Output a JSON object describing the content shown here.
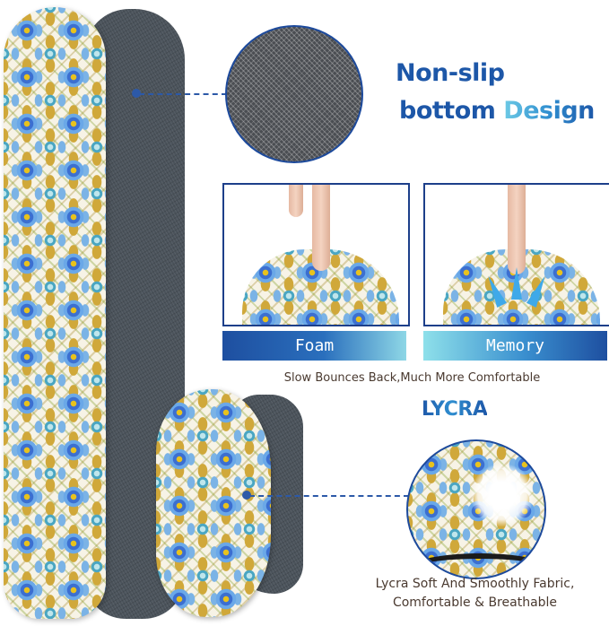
{
  "product_image": {
    "description": "Insole product infographic with floral-pattern insoles and grey non-slip backing"
  },
  "callouts": {
    "non_slip": {
      "line1": "Non-slip",
      "line2_part1": "bottom ",
      "line2_part2": "Design"
    },
    "lycra": {
      "title": "LYCRA",
      "caption_line1": "Lycra Soft And Smoothly Fabric,",
      "caption_line2": "Comfortable & Breathable"
    }
  },
  "comparison": {
    "panels": [
      {
        "label": "Foam"
      },
      {
        "label": "Memory"
      }
    ],
    "caption": "Slow Bounces Back,Much More Comfortable"
  },
  "colors": {
    "brand_blue": "#1d57a8",
    "accent_cyan": "#6ecbe6",
    "border_navy": "#1d3f8a",
    "caption_text": "#4a3a30"
  }
}
